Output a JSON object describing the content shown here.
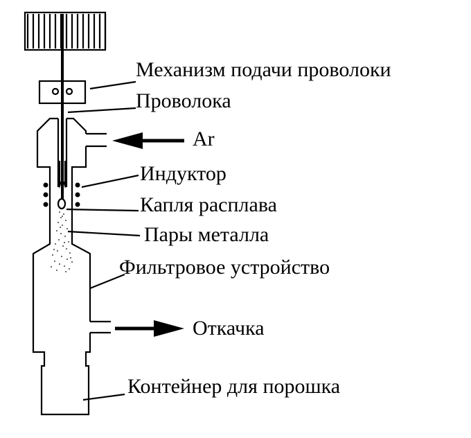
{
  "labels": {
    "feeder": "Механизм подачи проволоки",
    "wire": "Проволока",
    "argon": "Ar",
    "inductor": "Индуктор",
    "droplet": "Капля расплава",
    "vapor": "Пары металла",
    "filter": "Фильтровое устройство",
    "pump": "Откачка",
    "container": "Контейнер для порошка"
  },
  "icons": {
    "spool": "wire-spool-icon",
    "feeder": "feed-rollers-icon",
    "inlet_arrow": "arrow-left-icon",
    "outlet_arrow": "arrow-right-icon"
  },
  "colors": {
    "ink": "#000000",
    "background": "#ffffff"
  }
}
